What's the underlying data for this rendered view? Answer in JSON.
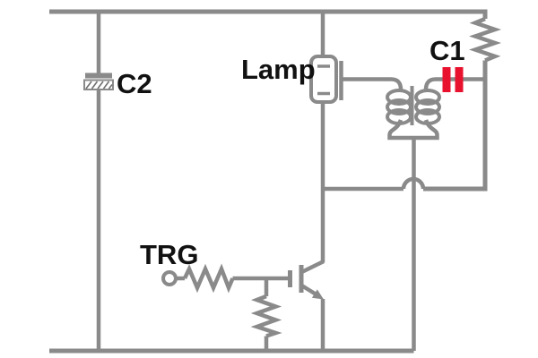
{
  "diagram": {
    "type": "circuit-schematic",
    "background": "#ffffff",
    "colors": {
      "wire": "#8a8a8a",
      "label_text": "#111111",
      "highlight_red": "#e8122f"
    },
    "labels": {
      "c2": "C2",
      "lamp": "Lamp",
      "c1": "C1",
      "trg": "TRG"
    },
    "components": [
      {
        "id": "c2",
        "label": "C2",
        "symbol": "polarized-capacitor"
      },
      {
        "id": "lamp",
        "label": "Lamp",
        "symbol": "flash-tube-with-trigger-electrode"
      },
      {
        "id": "trigger-transformer",
        "symbol": "trigger-transformer-coils"
      },
      {
        "id": "c1",
        "label": "C1",
        "symbol": "capacitor",
        "color": "#e8122f"
      },
      {
        "id": "charge-resistor",
        "symbol": "resistor"
      },
      {
        "id": "trg-terminal",
        "label": "TRG",
        "symbol": "input-terminal"
      },
      {
        "id": "series-resistor",
        "symbol": "resistor"
      },
      {
        "id": "gate-resistor",
        "symbol": "resistor"
      },
      {
        "id": "switch-transistor",
        "symbol": "igbt-transistor"
      }
    ]
  }
}
